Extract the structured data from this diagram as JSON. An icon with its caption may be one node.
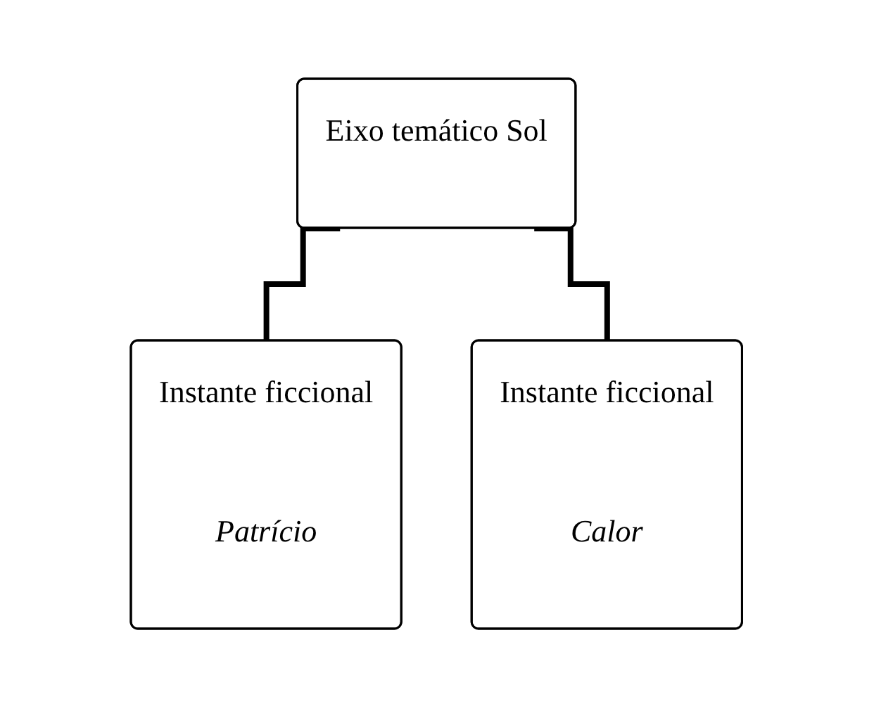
{
  "diagram": {
    "nodes": [
      {
        "text": [
          "Eixo temático Sol"
        ]
      },
      {
        "text": [
          "Instante ficcional",
          "Patrício"
        ]
      },
      {
        "text": [
          "Instante ficcional",
          "Calor"
        ]
      }
    ],
    "edges": [
      {
        "from": 0,
        "to": 1,
        "arrow": "none"
      },
      {
        "from": 0,
        "to": 2,
        "arrow": "none"
      }
    ]
  }
}
